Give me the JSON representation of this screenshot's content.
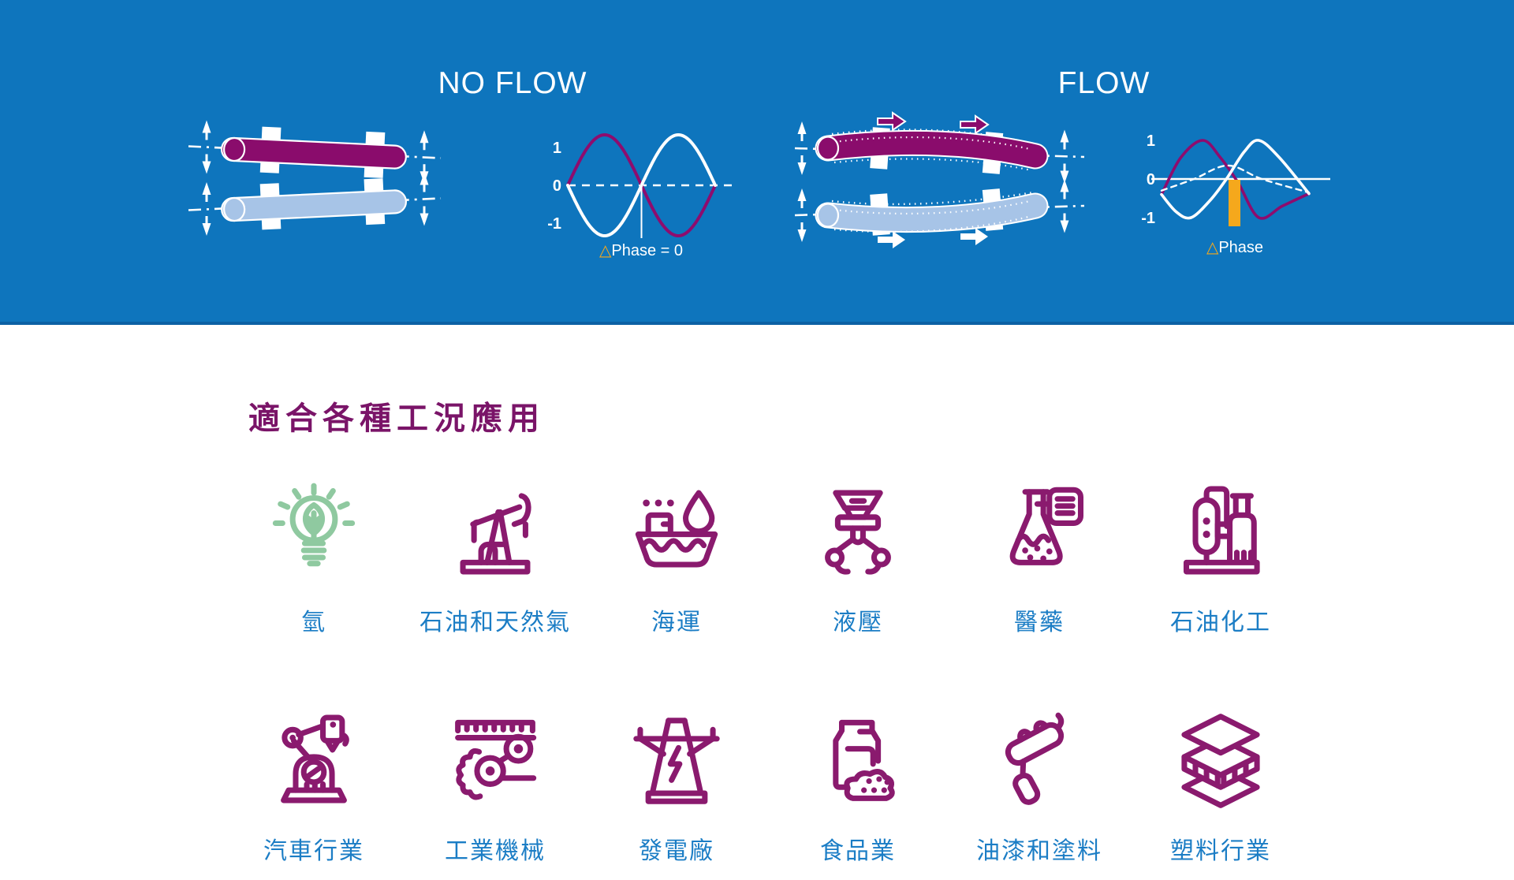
{
  "banner": {
    "no_flow": {
      "title": "NO FLOW",
      "chart": {
        "type": "line",
        "y_ticks": [
          "1",
          "0",
          "-1"
        ],
        "ylim": [
          -1,
          1
        ],
        "zero_line": "dashed",
        "phase_triangle": "△",
        "phase_text": "Phase = 0",
        "series": [
          {
            "name": "tube-1-signal",
            "color": "#8E0C6E",
            "type": "sine",
            "periods": 1,
            "phase_deg": 0,
            "amplitude": 1
          },
          {
            "name": "tube-2-signal",
            "color": "#FFFFFF",
            "type": "sine",
            "periods": 1,
            "phase_deg": 180,
            "amplitude": 1
          }
        ]
      }
    },
    "flow": {
      "title": "FLOW",
      "chart": {
        "type": "line",
        "y_ticks": [
          "1",
          "0",
          "-1"
        ],
        "ylim": [
          -1,
          1
        ],
        "zero_line": "solid",
        "phase_triangle": "△",
        "phase_text": "Phase",
        "marker_color": "#F5A81C",
        "series": [
          {
            "name": "inlet-signal",
            "color": "#8E0C6E",
            "points": [
              [
                0,
                -0.4
              ],
              [
                0.13,
                0.55
              ],
              [
                0.28,
                1.0
              ],
              [
                0.4,
                0.55
              ],
              [
                0.52,
                -0.1
              ],
              [
                0.66,
                -1.0
              ],
              [
                0.82,
                -0.7
              ],
              [
                1.0,
                -0.38
              ]
            ]
          },
          {
            "name": "outlet-signal",
            "color": "#FFFFFF",
            "points": [
              [
                0,
                -0.4
              ],
              [
                0.1,
                -0.85
              ],
              [
                0.2,
                -1.0
              ],
              [
                0.33,
                -0.55
              ],
              [
                0.44,
                0.0
              ],
              [
                0.56,
                0.7
              ],
              [
                0.66,
                1.0
              ],
              [
                0.8,
                0.55
              ],
              [
                1.0,
                -0.38
              ]
            ]
          },
          {
            "name": "mean-signal",
            "color": "#FFFFFF",
            "dashed": true,
            "points": [
              [
                0,
                -0.3
              ],
              [
                0.22,
                0.0
              ],
              [
                0.45,
                0.35
              ],
              [
                0.68,
                0.0
              ],
              [
                1.0,
                -0.35
              ]
            ]
          }
        ]
      }
    },
    "colors": {
      "background": "#0E75BD",
      "edge": "#0C61A4",
      "tube_primary": "#8A0C6C",
      "tube_secondary": "#A7C4E7",
      "accent_orange": "#F5A81C"
    }
  },
  "applications": {
    "title": "適合各種工況應用",
    "title_color": "#7A1468",
    "label_color": "#1B7DC5",
    "icon_color": "#8A1A6E",
    "items": [
      {
        "label": "氫",
        "icon": "eco-lightbulb-icon",
        "color": "#8FC9A0"
      },
      {
        "label": "石油和天然氣",
        "icon": "oil-pumpjack-icon",
        "color": "#8A1A6E"
      },
      {
        "label": "海運",
        "icon": "ship-icon",
        "color": "#8A1A6E"
      },
      {
        "label": "液壓",
        "icon": "hydraulic-gripper-icon",
        "color": "#8A1A6E"
      },
      {
        "label": "醫藥",
        "icon": "flask-icon",
        "color": "#8A1A6E"
      },
      {
        "label": "石油化工",
        "icon": "refinery-icon",
        "color": "#8A1A6E"
      },
      {
        "label": "汽車行業",
        "icon": "robot-arm-icon",
        "color": "#8A1A6E"
      },
      {
        "label": "工業機械",
        "icon": "gear-conveyor-icon",
        "color": "#8A1A6E"
      },
      {
        "label": "發電廠",
        "icon": "power-tower-icon",
        "color": "#8A1A6E"
      },
      {
        "label": "食品業",
        "icon": "food-bag-icon",
        "color": "#8A1A6E"
      },
      {
        "label": "油漆和塗料",
        "icon": "paint-roller-icon",
        "color": "#8A1A6E"
      },
      {
        "label": "塑料行業",
        "icon": "layers-icon",
        "color": "#8A1A6E"
      }
    ]
  }
}
